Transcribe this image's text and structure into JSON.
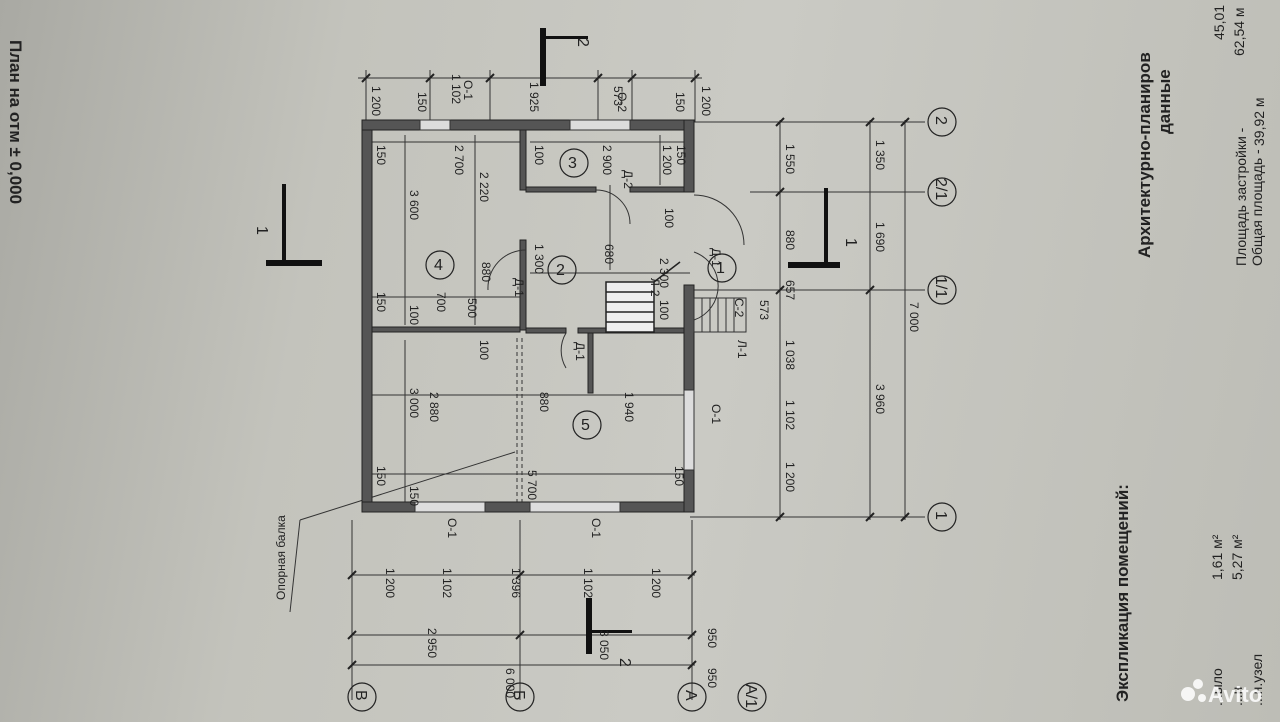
{
  "plan": {
    "title_partial": "План на отм ± 0,000",
    "beam_label": "Опорная балка"
  },
  "sections": {
    "label": "1",
    "label_2": "2"
  },
  "axes": {
    "numbers": [
      "1",
      "1/1",
      "2/1",
      "2"
    ],
    "letters": [
      "В",
      "Б",
      "А",
      "А/1"
    ]
  },
  "rooms": [
    "1",
    "2",
    "3",
    "4",
    "5"
  ],
  "marks": {
    "d1": "Д-1",
    "d2": "Д-2",
    "o1": "О-1",
    "o2": "О-2",
    "s2": "С-2",
    "l1": "Л-1",
    "l2": "Л-2"
  },
  "dims_top": [
    "1 200",
    "1 102",
    "1 925",
    "573",
    "1 200",
    "150",
    "150"
  ],
  "dims_right": [
    "1 550",
    "1 350",
    "880",
    "1 690",
    "657",
    "573",
    "7 000",
    "1 038",
    "3 960",
    "1 102",
    "1 200"
  ],
  "dims_bottom": [
    "1 200",
    "1 102",
    "1 396",
    "1 102",
    "1 200",
    "2 950",
    "3 050",
    "950",
    "950",
    "6 000"
  ],
  "dims_interior": [
    "150",
    "2 700",
    "100",
    "2 900",
    "1 200",
    "150",
    "3 600",
    "2 220",
    "100",
    "1 300",
    "680",
    "150",
    "700",
    "880",
    "100",
    "500",
    "100",
    "2 880",
    "880",
    "1 940",
    "3 000",
    "150",
    "5 700",
    "150",
    "150",
    "2 300",
    "100"
  ],
  "rooms_header": "Экспликация помещений:",
  "room_rows": [
    {
      "name": "...ыло",
      "area": "1,61 м²"
    },
    {
      "name": "...н",
      "area": "5,27 м²"
    },
    {
      "name": "...н.узел",
      "area": ""
    }
  ],
  "tech": {
    "header_line1": "Архитектурно-планиров",
    "header_line2": "данные",
    "rows": [
      {
        "label": "Площадь застройки -",
        "value": "45,01"
      },
      {
        "label": "Общая площадь -",
        "value": "62,54 м"
      },
      {
        "label": "",
        "value": "39,92 м"
      }
    ]
  },
  "watermark": "Avito"
}
